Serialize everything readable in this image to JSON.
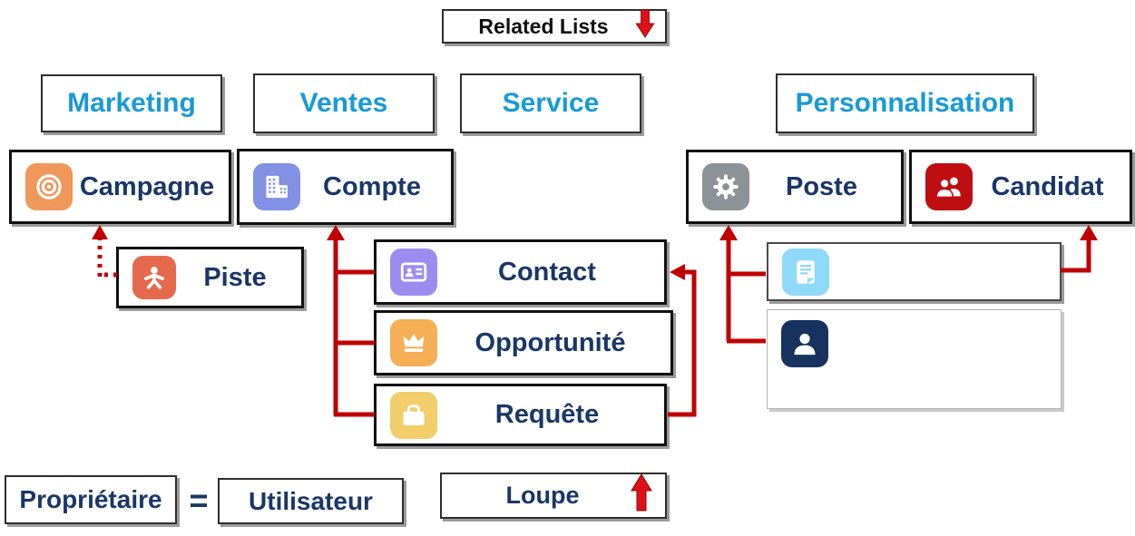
{
  "colors": {
    "connector_red": "#C00000",
    "block_arrow_red": "#E01019",
    "category_text_blue": "#189AD6",
    "object_text_navy": "#1B3667"
  },
  "top_legend": {
    "label": "Related Lists",
    "arrow_icon": "down-arrow"
  },
  "categories": {
    "marketing": {
      "label": "Marketing"
    },
    "ventes": {
      "label": "Ventes"
    },
    "service": {
      "label": "Service"
    },
    "personnalisation": {
      "label": "Personnalisation"
    }
  },
  "nodes": {
    "campagne": {
      "label": "Campagne",
      "icon": "target-icon",
      "icon_bg": "#F0975A"
    },
    "compte": {
      "label": "Compte",
      "icon": "buildings-icon",
      "icon_bg": "#8291E3"
    },
    "poste": {
      "label": "Poste",
      "icon": "gear-icon",
      "icon_bg": "#8C9297"
    },
    "candidat": {
      "label": "Candidat",
      "icon": "people-icon",
      "icon_bg": "#BF0E12"
    },
    "piste": {
      "label": "Piste",
      "icon": "lead-person-icon",
      "icon_bg": "#E56A4D"
    },
    "contact": {
      "label": "Contact",
      "icon": "contact-card-icon",
      "icon_bg": "#9C8CF0"
    },
    "opportunite": {
      "label": "Opportunité",
      "icon": "crown-icon",
      "icon_bg": "#F6AF55"
    },
    "requete": {
      "label": "Requête",
      "icon": "briefcase-icon",
      "icon_bg": "#F1CE69"
    },
    "document": {
      "label": "",
      "icon": "document-icon",
      "icon_bg": "#8FD9F9"
    },
    "personne": {
      "label": "",
      "icon": "person-icon",
      "icon_bg": "#17325E"
    }
  },
  "bottom_legend": {
    "left": "Propriétaire",
    "operator": "=",
    "right": "Utilisateur",
    "loupe_label": "Loupe",
    "loupe_arrow_icon": "up-arrow"
  }
}
